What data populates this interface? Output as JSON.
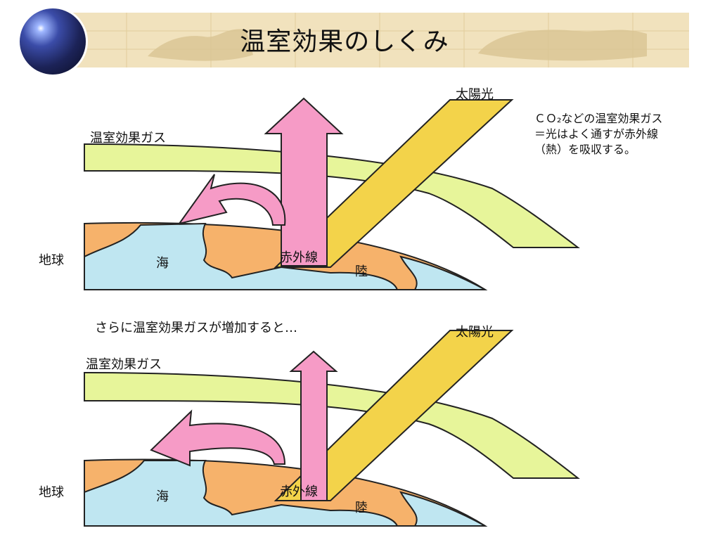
{
  "title": "温室効果のしくみ",
  "top_diagram": {
    "sunlight": "太陽光",
    "gas": "温室効果ガス",
    "earth": "地球",
    "sea": "海",
    "land": "陸",
    "infrared": "赤外線"
  },
  "note": {
    "line1": "ＣＯ₂などの温室効果ガス",
    "line2": "＝光はよく通すが赤外線",
    "line3": "（熱）を吸収する。"
  },
  "bottom_caption": "さらに温室効果ガスが増加すると…",
  "bottom_diagram": {
    "sunlight": "太陽光",
    "gas": "温室効果ガス",
    "earth": "地球",
    "sea": "海",
    "land": "陸",
    "infrared": "赤外線"
  },
  "colors": {
    "header_bg": "#f1e2bd",
    "gas": "#e7f59a",
    "sunlight": "#f3d34a",
    "infrared": "#f69bc6",
    "land": "#f6b26b",
    "sea": "#bfe6f1"
  }
}
